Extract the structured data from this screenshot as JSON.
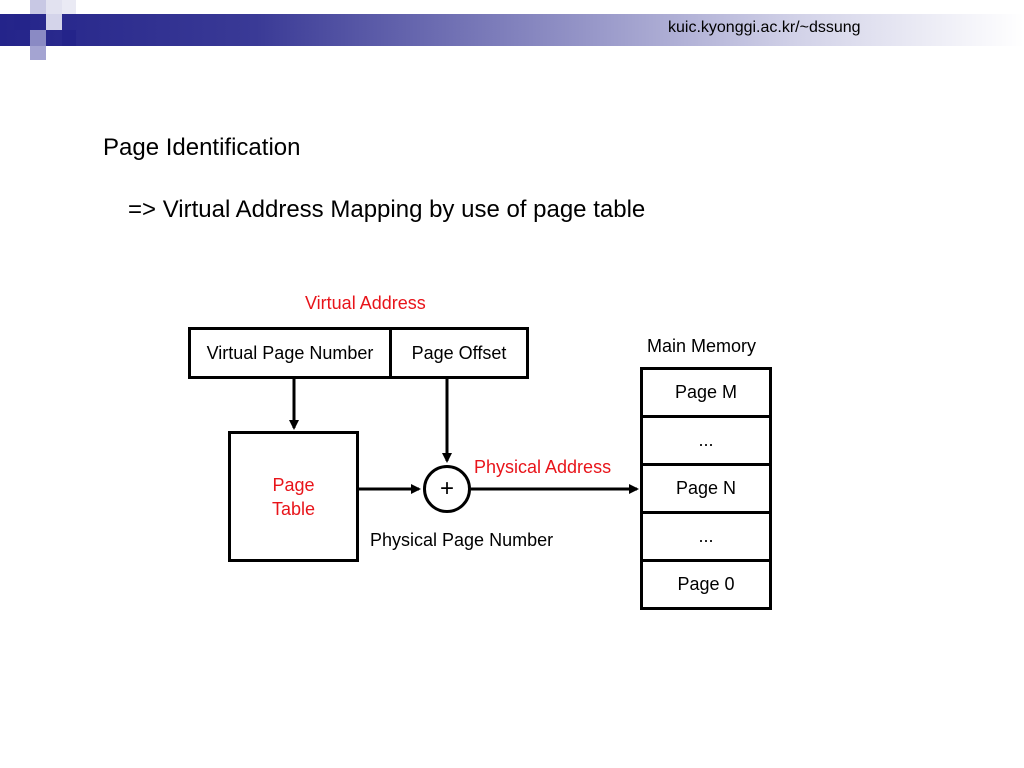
{
  "header": {
    "site_url": "kuic.kyonggi.ac.kr/~dssung",
    "accent_color": "#24248a"
  },
  "slide": {
    "title": "Page Identification",
    "subtitle": "=> Virtual Address Mapping by use of page table"
  },
  "diagram": {
    "virtual_address_label": "Virtual Address",
    "virtual_page_number": "Virtual Page Number",
    "page_offset": "Page Offset",
    "page_table_line1": "Page",
    "page_table_line2": "Table",
    "adder_symbol": "+",
    "physical_address_label": "Physical Address",
    "physical_page_number_label": "Physical Page Number",
    "main_memory_label": "Main Memory",
    "memory_cells": [
      "Page M",
      "...",
      "Page N",
      "...",
      "Page 0"
    ],
    "highlight_color": "#e8141a"
  }
}
